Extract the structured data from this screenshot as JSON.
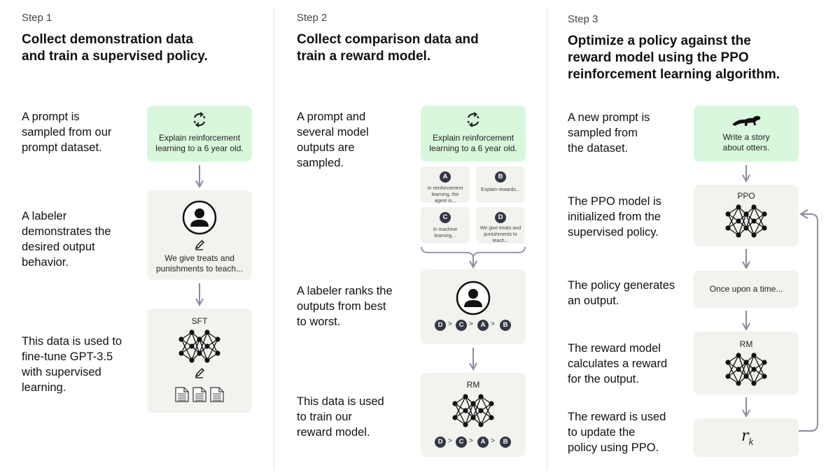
{
  "step1": {
    "label": "Step 1",
    "heading": [
      "Collect demonstration data",
      "and train a supervised policy."
    ],
    "desc1": [
      "A prompt is",
      "sampled from our",
      "prompt dataset."
    ],
    "desc2": [
      "A labeler",
      "demonstrates the",
      "desired output",
      "behavior."
    ],
    "desc3": [
      "This data is used to",
      "fine-tune GPT-3.5",
      "with supervised",
      "learning."
    ],
    "prompt": [
      "Explain reinforcement",
      "learning to a 6 year old."
    ],
    "demo": [
      "We give treats and",
      "punishments to teach..."
    ],
    "model": "SFT"
  },
  "step2": {
    "label": "Step 2",
    "heading": [
      "Collect comparison data and",
      "train a reward model."
    ],
    "desc1": [
      "A prompt and",
      "several model",
      "outputs are",
      "sampled."
    ],
    "desc2": [
      "A labeler ranks the",
      "outputs from best",
      "to worst."
    ],
    "desc3": [
      "This data is used",
      "to train our",
      "reward model."
    ],
    "prompt": [
      "Explain reinforcement",
      "learning to a 6 year old."
    ],
    "outputs": [
      {
        "letter": "A",
        "text": [
          "In reinforcement",
          "learning, the",
          "agent is..."
        ]
      },
      {
        "letter": "B",
        "text": [
          "Explain rewards..."
        ]
      },
      {
        "letter": "C",
        "text": [
          "In machine",
          "learning..."
        ]
      },
      {
        "letter": "D",
        "text": [
          "We give treats and",
          "punishments to",
          "teach..."
        ]
      }
    ],
    "ranking": [
      "D",
      "C",
      "A",
      "B"
    ],
    "ranking_sep": ">",
    "model": "RM"
  },
  "step3": {
    "label": "Step 3",
    "heading": [
      "Optimize a policy against the",
      "reward model using the PPO",
      "reinforcement learning algorithm."
    ],
    "desc1": [
      "A new prompt is",
      "sampled from",
      "the dataset."
    ],
    "desc2": [
      "The PPO model is",
      "initialized from the",
      "supervised policy."
    ],
    "desc3": [
      "The policy generates",
      "an output."
    ],
    "desc4": [
      "The reward model",
      "calculates a reward",
      "for the output."
    ],
    "desc5": [
      "The reward is used",
      "to update the",
      "policy using PPO."
    ],
    "prompt": [
      "Write a story",
      "about otters."
    ],
    "ppo": "PPO",
    "output": "Once upon a time...",
    "rm": "RM",
    "reward_symbol": "r",
    "reward_subscript": "k"
  },
  "icons": [
    "recycle-arrows-icon",
    "user-icon",
    "pencil-icon",
    "document-icon",
    "neural-network-icon",
    "otter-icon",
    "arrow-down-icon"
  ],
  "colors": {
    "prompt_box": "#d9f7dd",
    "grey_box": "#f2f2ef",
    "badge": "#333744",
    "arrow": "#8b8b9e"
  }
}
